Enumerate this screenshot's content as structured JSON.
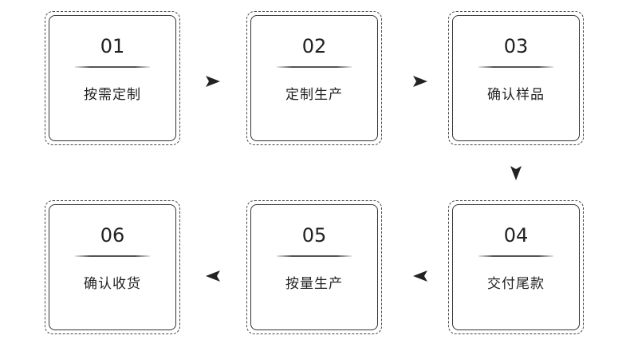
{
  "steps": [
    {
      "number": "01",
      "label": "按需定制"
    },
    {
      "number": "02",
      "label": "定制生产"
    },
    {
      "number": "03",
      "label": "确认样品"
    },
    {
      "number": "04",
      "label": "交付尾款"
    },
    {
      "number": "05",
      "label": "按量生产"
    },
    {
      "number": "06",
      "label": "确认收货"
    }
  ],
  "arrows": [
    {
      "direction": "right",
      "icon": "arrow-right-icon"
    },
    {
      "direction": "right",
      "icon": "arrow-right-icon"
    },
    {
      "direction": "down",
      "icon": "arrow-down-icon"
    },
    {
      "direction": "left",
      "icon": "arrow-left-icon"
    },
    {
      "direction": "left",
      "icon": "arrow-left-icon"
    }
  ],
  "colors": {
    "text": "#222222",
    "border": "#333333",
    "arrow": "#222222"
  }
}
